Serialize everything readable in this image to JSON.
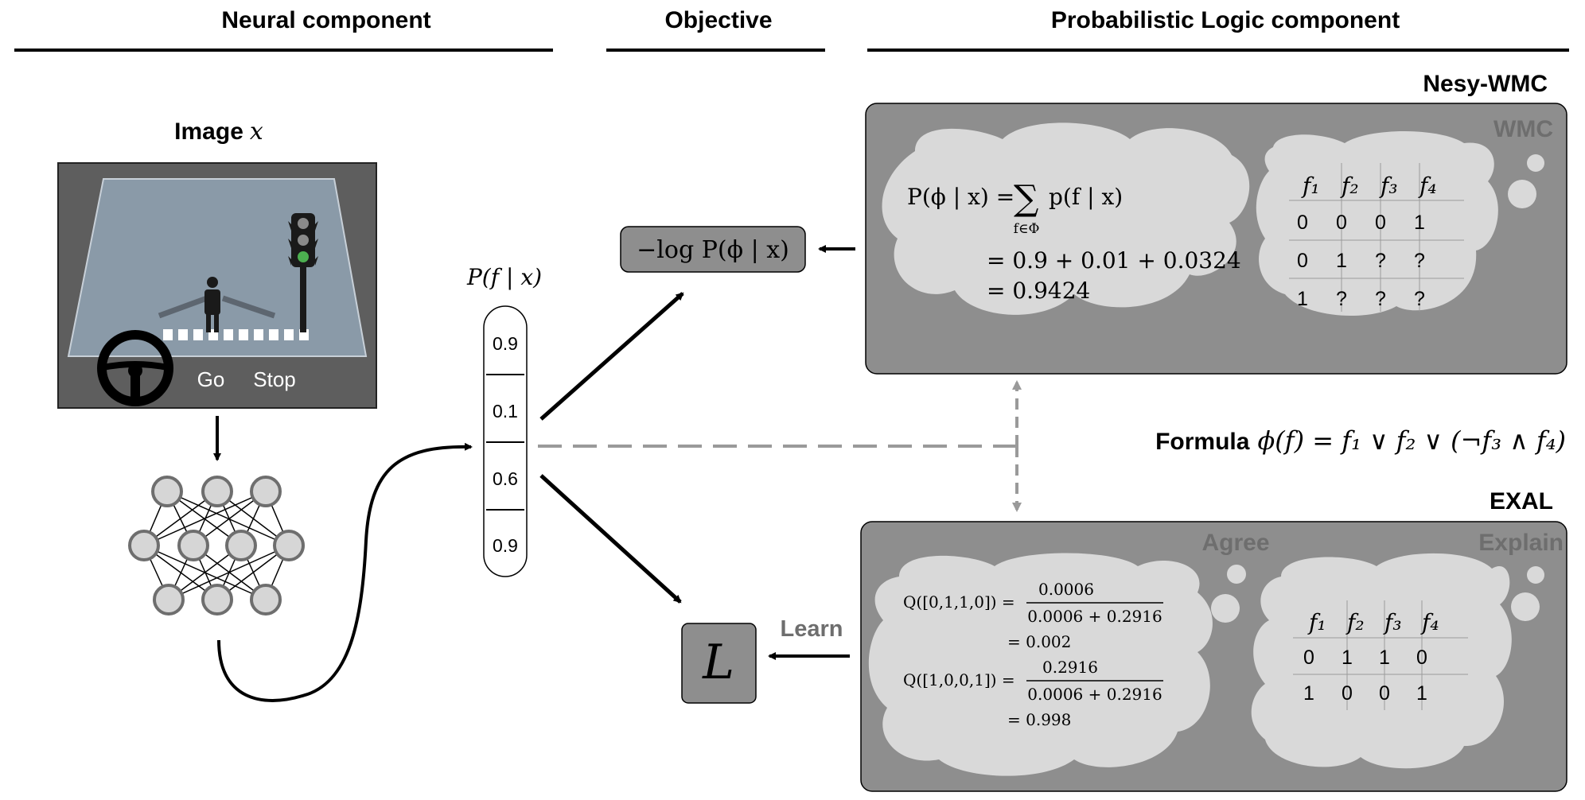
{
  "headers": {
    "neural": "Neural component",
    "objective": "Objective",
    "logic": "Probabilistic Logic component"
  },
  "image_section": {
    "label": "Image",
    "var": "x",
    "go_label": "Go",
    "stop_label": "Stop"
  },
  "prob_vector": {
    "label": "P(f | x)",
    "values": [
      "0.9",
      "0.1",
      "0.6",
      "0.9"
    ]
  },
  "objective": {
    "loss_label": "−log P(ϕ | x)",
    "learn_var": "L",
    "learn_label": "Learn"
  },
  "formula": {
    "prefix": "Formula",
    "expression": "ϕ(f) = f₁ ∨ f₂ ∨ (¬f₃ ∧ f₄)"
  },
  "nesy_wmc": {
    "title": "Nesy-WMC",
    "tag": "WMC",
    "eq_lhs": "P(ϕ | x) =",
    "eq_sum": "∑",
    "eq_sub": "f∈Φ",
    "eq_term": "p(f | x)",
    "eq_line2": "= 0.9 + 0.01 + 0.0324",
    "eq_line3": "= 0.9424",
    "table": {
      "headers": [
        "f₁",
        "f₂",
        "f₃",
        "f₄"
      ],
      "rows": [
        [
          "0",
          "0",
          "0",
          "1"
        ],
        [
          "0",
          "1",
          "?",
          "?"
        ],
        [
          "1",
          "?",
          "?",
          "?"
        ]
      ]
    }
  },
  "exal": {
    "title": "EXAL",
    "agree_tag": "Agree",
    "explain_tag": "Explain",
    "q1_lhs": "Q([0,1,1,0]) =",
    "q1_num": "0.0006",
    "q1_den": "0.0006 + 0.2916",
    "q1_result": "= 0.002",
    "q2_lhs": "Q([1,0,0,1]) =",
    "q2_num": "0.2916",
    "q2_den": "0.0006 + 0.2916",
    "q2_result": "= 0.998",
    "table": {
      "headers": [
        "f₁",
        "f₂",
        "f₃",
        "f₄"
      ],
      "rows": [
        [
          "0",
          "1",
          "1",
          "0"
        ],
        [
          "1",
          "0",
          "0",
          "1"
        ]
      ]
    }
  },
  "colors": {
    "panel": "#8e8e8e",
    "cloud": "#d9d9d9",
    "loss_box": "#8e8e8e",
    "tag_text": "#6e6e6e",
    "dashed": "#9a9a9a",
    "road": "#8a9aa8",
    "traffic_green": "#4caf50"
  }
}
